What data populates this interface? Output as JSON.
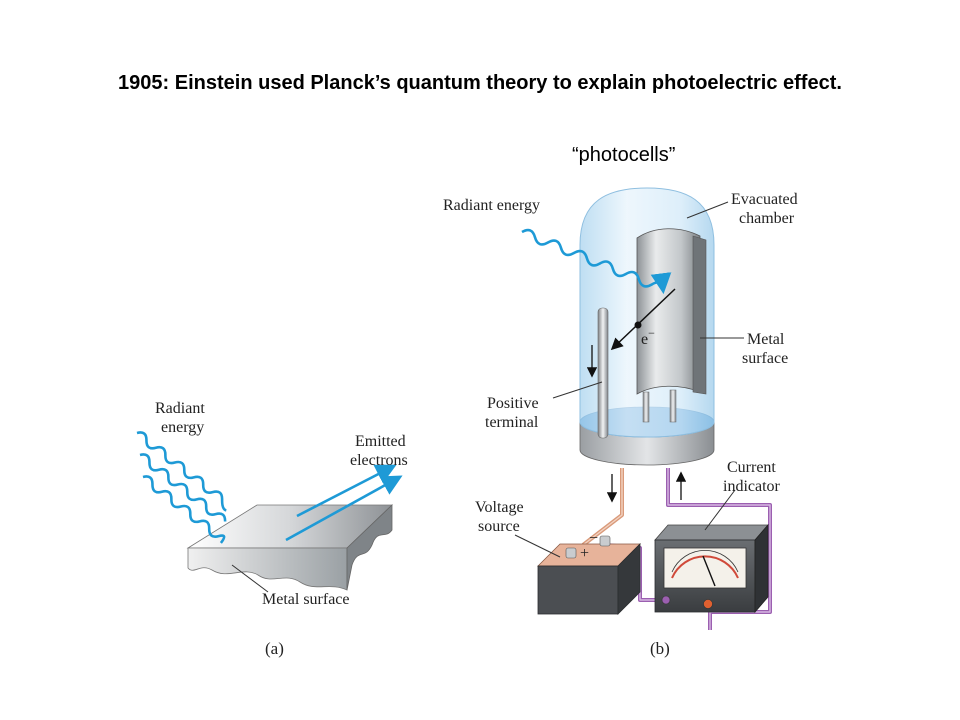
{
  "title": "1905: Einstein used Planck’s quantum theory to explain photoelectric effect.",
  "subtitle": "“photocells”",
  "panel_a": {
    "radiant_line1": "Radiant",
    "radiant_line2": "energy",
    "emitted_line1": "Emitted",
    "emitted_line2": "electrons",
    "metal_surface": "Metal surface",
    "caption": "(a)"
  },
  "panel_b": {
    "radiant_energy": "Radiant energy",
    "evacuated_line1": "Evacuated",
    "evacuated_line2": "chamber",
    "metal_line1": "Metal",
    "metal_line2": "surface",
    "positive_line1": "Positive",
    "positive_line2": "terminal",
    "electron": "e",
    "electron_sup": "−",
    "voltage_line1": "Voltage",
    "voltage_line2": "source",
    "current_line1": "Current",
    "current_line2": "indicator",
    "plus": "+",
    "minus": "−",
    "caption": "(b)"
  },
  "colors": {
    "wave": "#1e9ad6",
    "glass": "#cfe7f7",
    "metal": "#b8bcc0",
    "copper": "#d99a7a",
    "purple_wire": "#9b5fb0",
    "base_disc": "#5a9fd8"
  }
}
